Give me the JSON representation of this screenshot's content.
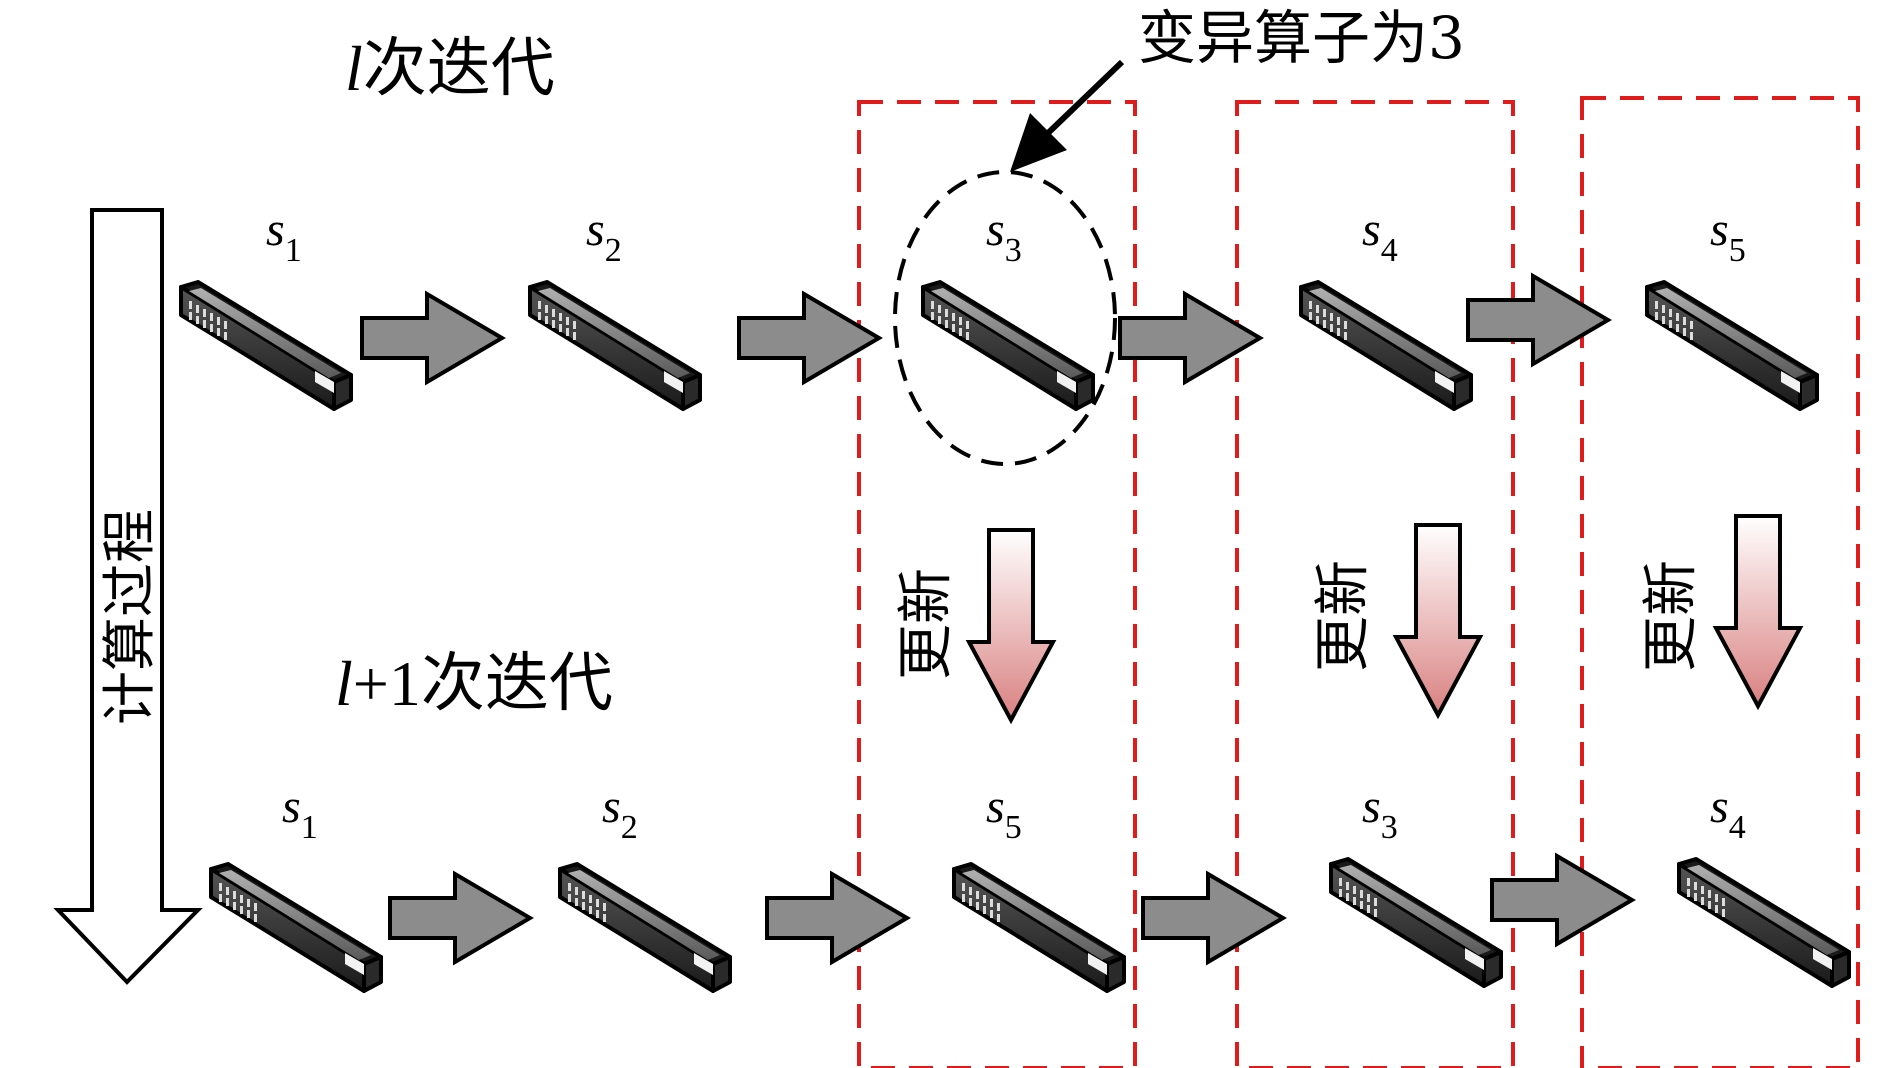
{
  "diagram": {
    "iteration_l": {
      "var": "l",
      "label": "次迭代"
    },
    "iteration_l1": {
      "var": "l",
      "op": "+1",
      "label": "次迭代"
    },
    "mutation_label": "变异算子为3",
    "process_label": "计算过程",
    "update_label": "更新",
    "row_top": [
      {
        "s": "s",
        "sub": "1"
      },
      {
        "s": "s",
        "sub": "2"
      },
      {
        "s": "s",
        "sub": "3"
      },
      {
        "s": "s",
        "sub": "4"
      },
      {
        "s": "s",
        "sub": "5"
      }
    ],
    "row_bottom": [
      {
        "s": "s",
        "sub": "1"
      },
      {
        "s": "s",
        "sub": "2"
      },
      {
        "s": "s",
        "sub": "5"
      },
      {
        "s": "s",
        "sub": "3"
      },
      {
        "s": "s",
        "sub": "4"
      }
    ],
    "colors": {
      "dashed_box": "#e01b1b",
      "flow_arrow": "#8c8c8c",
      "update_arrow_top": "#ffffff",
      "update_arrow_bottom": "#d98080"
    }
  }
}
